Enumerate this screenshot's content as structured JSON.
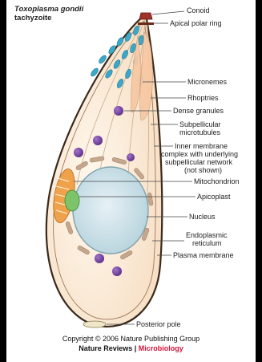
{
  "title": {
    "line1": "Toxoplasma gondii",
    "line2": "tachyzoite"
  },
  "labels": {
    "conoid": "Conoid",
    "apical_ring": "Apical polar ring",
    "micronemes": "Micronemes",
    "rhoptries": "Rhoptries",
    "dense_granules": "Dense granules",
    "subpellicular_1": "Subpellicular",
    "subpellicular_2": "microtubules",
    "imc_1": "Inner membrane",
    "imc_2": "complex with underlying",
    "imc_3": "subpellicular network",
    "imc_4": "(not shown)",
    "mitochondrion": "Mitochondrion",
    "apicoplast": "Apicoplast",
    "nucleus": "Nucleus",
    "er_1": "Endoplasmic",
    "er_2": "reticulum",
    "plasma_membrane": "Plasma membrane",
    "posterior_pole": "Posterior pole"
  },
  "footer": {
    "copyright": "Copyright © 2006 Nature Publishing Group",
    "journal_a": "Nature Reviews | ",
    "journal_b": "Microbiology"
  },
  "colors": {
    "background": "#000000",
    "cell_fill": "#fdf0e0",
    "nucleus": "#cfe3ea",
    "micronemes": "#3aa8c8",
    "dense_granules": "#7c4aa8",
    "apicoplast": "#7cc36a",
    "mitochondrion": "#f0a24a",
    "er": "#c4a78c",
    "conoid": "#a0342a",
    "brand": "#d2143a"
  }
}
